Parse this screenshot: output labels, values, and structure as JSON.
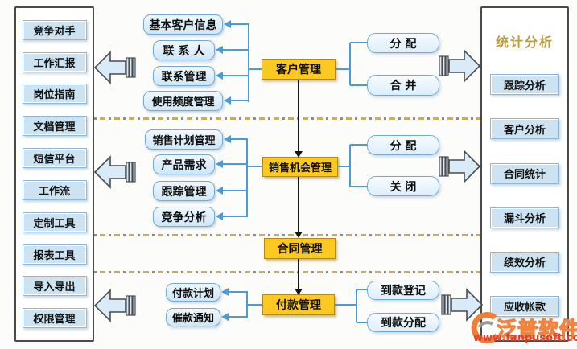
{
  "left_sidebar": {
    "items": [
      "竞争对手",
      "工作汇报",
      "岗位指南",
      "文档管理",
      "短信平台",
      "工作流",
      "定制工具",
      "报表工具",
      "导入导出",
      "权限管理"
    ]
  },
  "right_sidebar": {
    "title": "统计分析",
    "items": [
      "跟踪分析",
      "客户分析",
      "合同统计",
      "漏斗分析",
      "绩效分析",
      "应收帐款"
    ]
  },
  "flow": {
    "mains": [
      "客户管理",
      "销售机会管理",
      "合同管理",
      "付款管理"
    ],
    "g1_left": [
      "基本客户信息",
      "联 系 人",
      "联系管理",
      "使用频度管理"
    ],
    "g1_right": [
      "分  配",
      "合  并"
    ],
    "g2_left": [
      "销售计划管理",
      "产品需求",
      "跟踪管理",
      "竞争分析"
    ],
    "g2_right": [
      "分  配",
      "关  闭"
    ],
    "g4_left": [
      "付款计划",
      "催款通知"
    ],
    "g4_right": [
      "到款登记",
      "到款分配"
    ]
  },
  "watermark": {
    "brand": "泛普软件",
    "url": "www.fanpusoft.com"
  },
  "palette": {
    "main_box_yellow": "#fcc822",
    "node_fill_blue": "#d8ebf8",
    "node_border_blue": "#74a9d4",
    "connector_blue": "#4d9bd5",
    "side_item_blue": "#cde3f2",
    "title_gold": "#bd9b3e",
    "separator_tan": "#c4ae67",
    "arrow_black": "#141414",
    "watermark_orange": "#ef8440",
    "watermark_red": "#e53e2c"
  }
}
